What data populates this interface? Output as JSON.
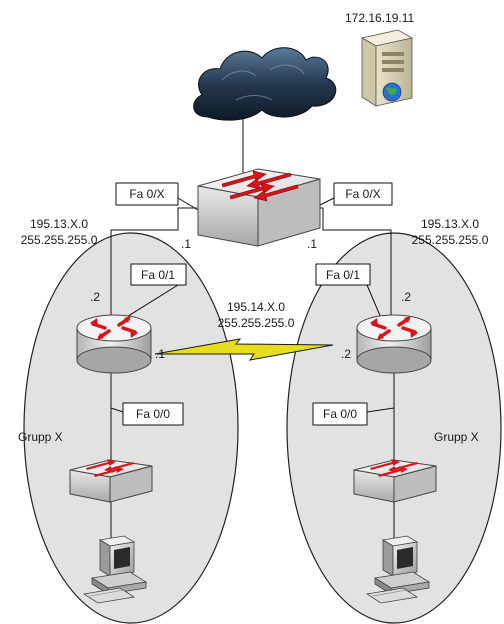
{
  "server": {
    "ip": "172.16.19.11",
    "icon": "server-icon"
  },
  "cloud": {
    "icon": "cloud-icon"
  },
  "core_switch": {
    "icon": "switch-icon",
    "left_port": "Fa 0/X",
    "right_port": "Fa 0/X",
    "left_ip": ".1",
    "right_ip": ".1"
  },
  "left_network": {
    "address": "195.13.X.0",
    "mask": "255.255.255.0"
  },
  "right_network": {
    "address": "195.13.X.0",
    "mask": "255.255.255.0"
  },
  "serial_network": {
    "address": "195.14.X.0",
    "mask": "255.255.255.0"
  },
  "left_group": {
    "name": "Grupp X",
    "router_uplink_port": "Fa 0/1",
    "router_uplink_ip": ".2",
    "router_serial_ip": ".1",
    "router_lan_port": "Fa 0/0"
  },
  "right_group": {
    "name": "Grupp X",
    "router_uplink_port": "Fa 0/1",
    "router_uplink_ip": ".2",
    "router_serial_ip": ".2",
    "router_lan_port": "Fa 0/0"
  },
  "colors": {
    "arrow_red": "#d8141c",
    "serial_link": "#e6dd1e",
    "device_gray": "#e4e4e4",
    "cloud_dark": "#1d2c3d"
  }
}
